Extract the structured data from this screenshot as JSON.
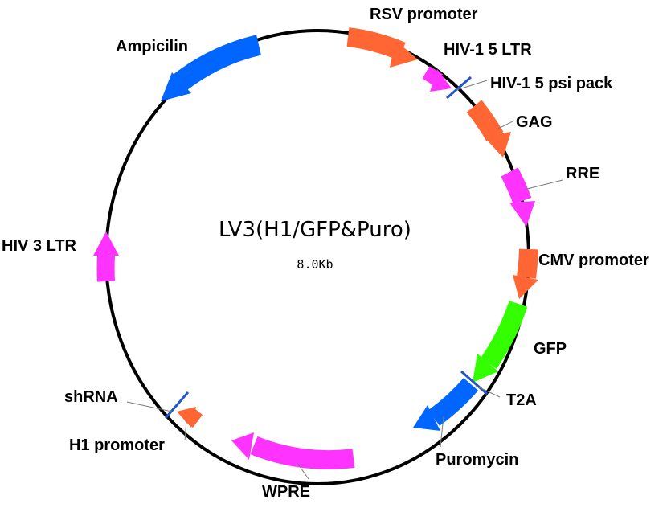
{
  "plasmid": {
    "name": "LV3(H1/GFP&Puro)",
    "size": "8.0Kb"
  },
  "colors": {
    "backbone": "#000000",
    "promoter": "#ff6633",
    "ltr": "#ff33ff",
    "marker": "#0066ff",
    "gfp": "#33ff00",
    "site": "#2255cc"
  },
  "features": {
    "rsv_promoter": "RSV promoter",
    "hiv1_5ltr": "HIV-1 5 LTR",
    "hiv1_5psi": "HIV-1 5 psi pack",
    "gag": "GAG",
    "rre": "RRE",
    "cmv_promoter": "CMV promoter",
    "gfp": "GFP",
    "t2a": "T2A",
    "puromycin": "Puromycin",
    "wpre": "WPRE",
    "h1_promoter": "H1 promoter",
    "shrna": "shRNA",
    "hiv3_ltr": "HIV 3 LTR",
    "ampicilin": "Ampicilin"
  }
}
